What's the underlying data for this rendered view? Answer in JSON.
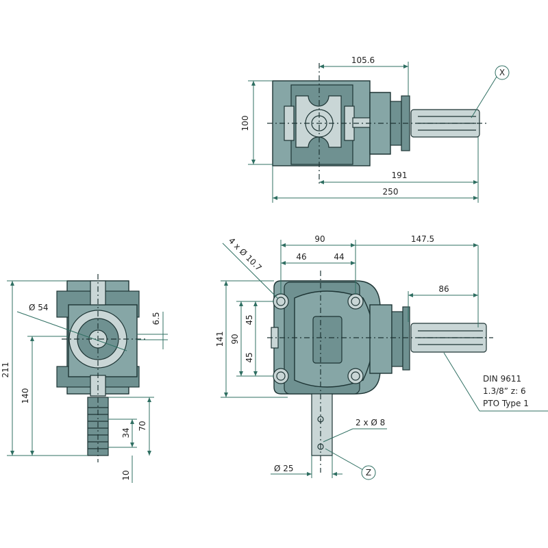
{
  "colors": {
    "housing": "#86a6a6",
    "outline": "#1d3434",
    "dimension": "#2f6f62"
  },
  "top_view": {
    "d_105_6": "105.6",
    "d_100": "100",
    "d_191": "191",
    "d_250": "250",
    "callout_x": "X"
  },
  "front_view": {
    "d_90": "90",
    "d_46": "46",
    "d_44": "44",
    "d_147_5": "147.5",
    "holes": "4 x Ø 10.7",
    "d_86": "86",
    "d_141": "141",
    "d_90v": "90",
    "d_45a": "45",
    "d_45b": "45",
    "pto_line1": "DIN 9611",
    "pto_line2": "1.3/8” z: 6",
    "pto_line3": "PTO Type 1",
    "pin_holes": "2 x Ø 8",
    "d_25": "Ø 25",
    "callout_z": "Z"
  },
  "side_view": {
    "d_54": "Ø 54",
    "d_6_5": "6.5",
    "d_211": "211",
    "d_140": "140",
    "d_70": "70",
    "d_34": "34",
    "d_10": "10"
  }
}
